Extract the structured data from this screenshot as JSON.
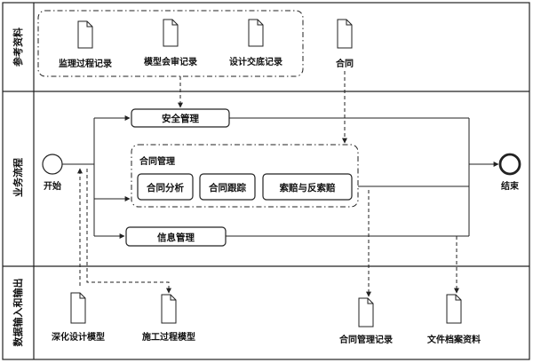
{
  "lanes": {
    "reference": "参考资料",
    "process": "业务流程",
    "io": "数据输入和输出"
  },
  "events": {
    "start": "开始",
    "end": "结束"
  },
  "tasks": {
    "safety": "安全管理",
    "information": "信息管理"
  },
  "contract_group": {
    "title": "合同管理",
    "items": [
      "合同分析",
      "合同跟踪",
      "索赔与反索赔"
    ]
  },
  "reference_docs": [
    "监理过程记录",
    "模型会审记录",
    "设计交底记录"
  ],
  "contract_doc": "合同",
  "input_docs": [
    "深化设计模型",
    "施工过程模型"
  ],
  "output_docs": [
    "合同管理记录",
    "文件档案资料"
  ]
}
